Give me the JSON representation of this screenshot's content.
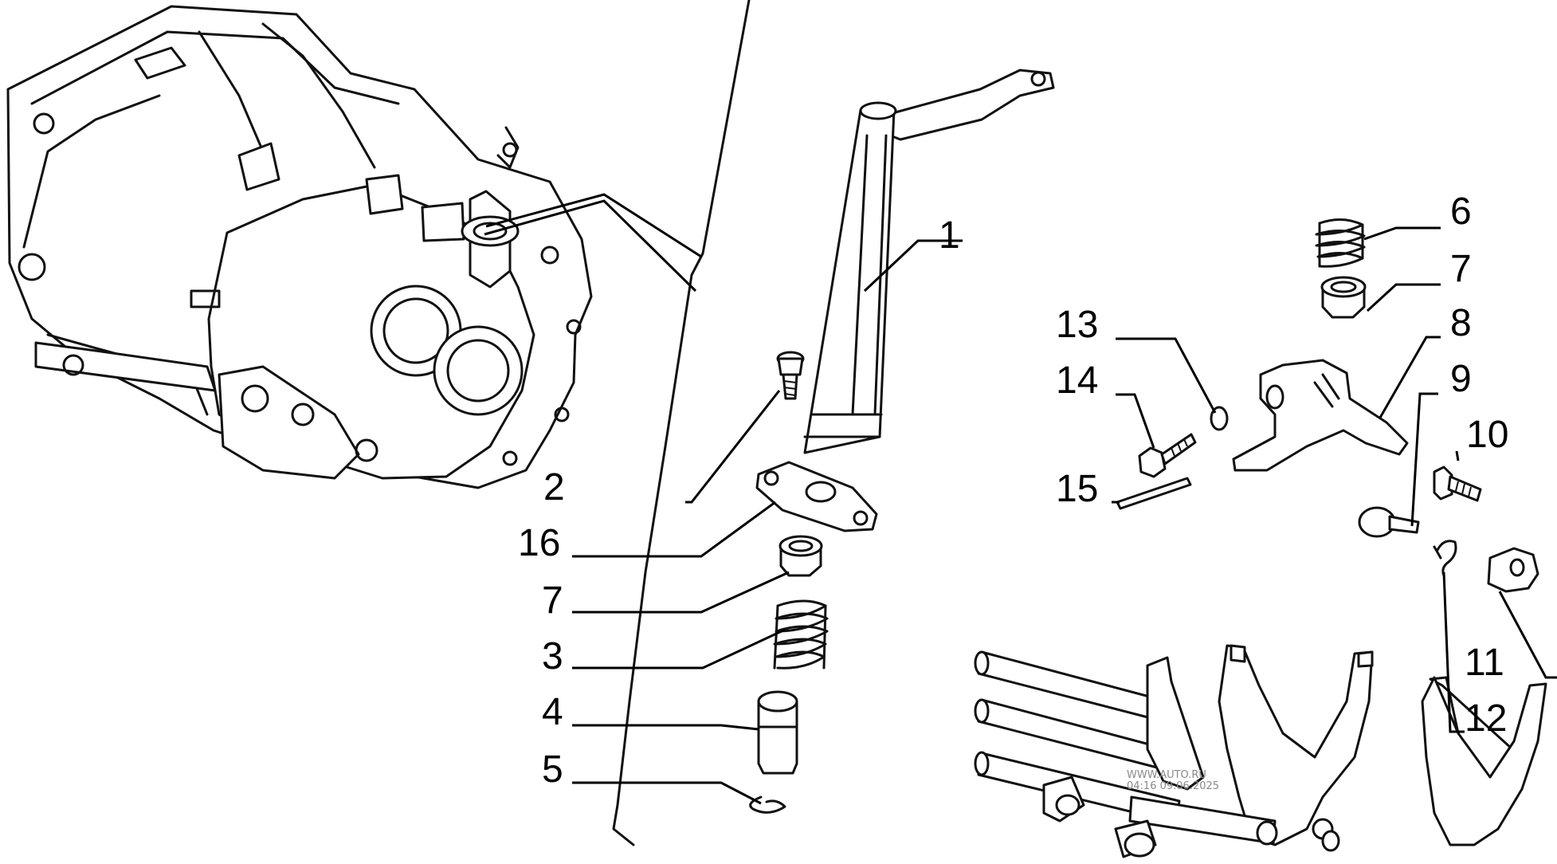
{
  "callouts": [
    {
      "id": "1",
      "text": "1"
    },
    {
      "id": "2",
      "text": "2"
    },
    {
      "id": "16",
      "text": "16"
    },
    {
      "id": "7a",
      "text": "7"
    },
    {
      "id": "3",
      "text": "3"
    },
    {
      "id": "4",
      "text": "4"
    },
    {
      "id": "5",
      "text": "5"
    },
    {
      "id": "6",
      "text": "6"
    },
    {
      "id": "7b",
      "text": "7"
    },
    {
      "id": "8",
      "text": "8"
    },
    {
      "id": "9",
      "text": "9"
    },
    {
      "id": "10",
      "text": "10"
    },
    {
      "id": "11",
      "text": "11"
    },
    {
      "id": "12",
      "text": "12"
    },
    {
      "id": "13",
      "text": "13"
    },
    {
      "id": "14",
      "text": "14"
    },
    {
      "id": "15",
      "text": "15"
    }
  ],
  "watermark": {
    "line1": "WWW.AUTO.RU",
    "line2": "04:16 09.06.2025"
  }
}
